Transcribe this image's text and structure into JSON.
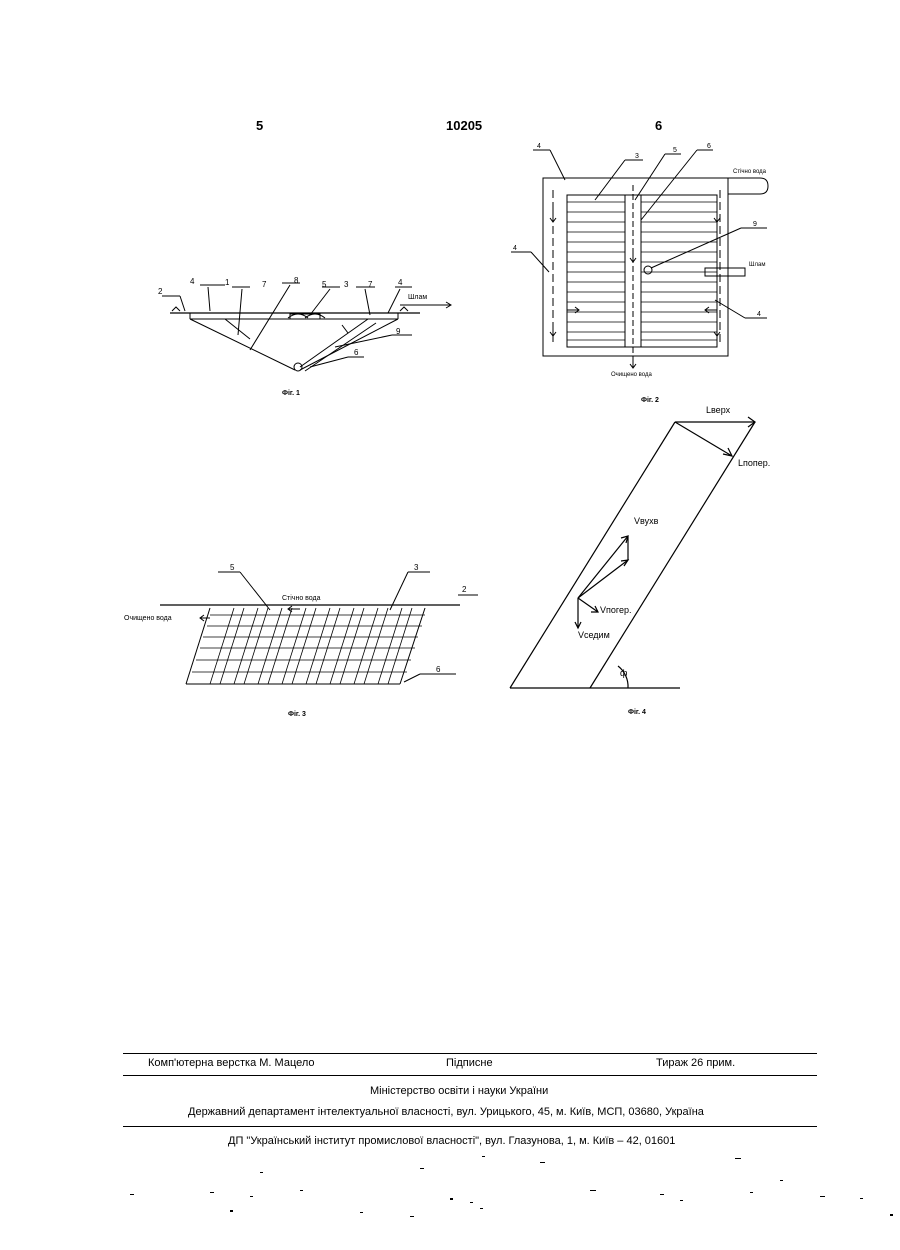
{
  "header": {
    "left_page": "5",
    "patent_no": "10205",
    "right_page": "6"
  },
  "fig1": {
    "caption": "Фіг. 1",
    "labels": [
      "2",
      "4",
      "1",
      "7",
      "8",
      "5",
      "3",
      "7",
      "4",
      "9",
      "6"
    ],
    "outlet": "Шлам"
  },
  "fig2": {
    "caption": "Фіг. 2",
    "labels": [
      "4",
      "3",
      "5",
      "6",
      "9",
      "4",
      "4"
    ],
    "inlet": "Стічно вода",
    "sludge": "Шлам",
    "outlet": "Очищено вода"
  },
  "fig3": {
    "caption": "Фіг. 3",
    "labels": [
      "5",
      "3",
      "2",
      "6"
    ],
    "inlet": "Стічно вода",
    "outlet": "Очищено вода"
  },
  "fig4": {
    "caption": "Фіг. 4",
    "l_top": "Lверх",
    "l_cross": "Lпопер.",
    "v_air": "Vвухв",
    "v_slope": "Vпогер.",
    "v_sed": "Vседим",
    "angle": "ф"
  },
  "footer": {
    "layout": "Комп'ютерна верстка М. Мацело",
    "signed": "Підписне",
    "print_run": "Тираж 26 прим.",
    "ministry": "Міністерство освіти і науки України",
    "department": "Державний департамент інтелектуальної власності, вул. Урицького, 45, м. Київ, МСП, 03680, Україна",
    "publisher": "ДП \"Український інститут промислової власності\", вул. Глазунова, 1, м. Київ – 42, 01601"
  }
}
